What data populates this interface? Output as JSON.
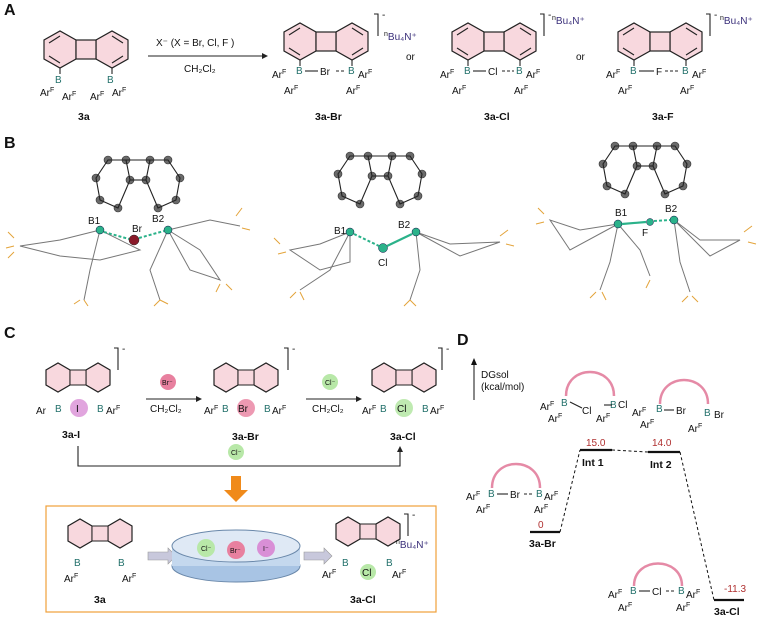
{
  "panels": {
    "a": "A",
    "b": "B",
    "c": "C",
    "d": "D"
  },
  "panelA": {
    "reagent": "X⁻ (X = Br, Cl, F )",
    "solvent": "CH₂Cl₂",
    "or": "or",
    "compounds": [
      "3a",
      "3a-Br",
      "3a-Cl",
      "3a-F"
    ],
    "cation_sup": "n",
    "cation_base": "Bu₄N⁺",
    "halides": [
      "Br",
      "Cl",
      "F"
    ],
    "aryl": "Ar",
    "aryl_sup": "F",
    "boron": "B",
    "charge": "-"
  },
  "panelB": {
    "atom_labels": [
      "B1",
      "B2",
      "Br",
      "B1",
      "B2",
      "Cl",
      "B1",
      "B2",
      "F"
    ]
  },
  "panelC": {
    "compounds": [
      "3a-I",
      "3a-Br",
      "3a-Cl",
      "3a",
      "3a-Cl"
    ],
    "bubbles": [
      "Br⁻",
      "Cl⁻",
      "Cl⁻",
      "Cl⁻",
      "Br⁻",
      "I⁻"
    ],
    "solvent": "CH₂Cl₂",
    "bridge_halides": [
      "I",
      "Br",
      "Cl",
      "Cl"
    ]
  },
  "panelD": {
    "axis_label_1": "DGsol",
    "axis_label_2": "(kcal/mol)",
    "levels": [
      {
        "name": "3a-Br",
        "value": "0"
      },
      {
        "name": "Int 1",
        "value": "15.0"
      },
      {
        "name": "Int 2",
        "value": "14.0"
      },
      {
        "name": "3a-Cl",
        "value": "-11.3"
      }
    ],
    "struct_atoms": [
      "Br",
      "Cl",
      "Cl",
      "Br",
      "Br",
      "Cl"
    ]
  }
}
